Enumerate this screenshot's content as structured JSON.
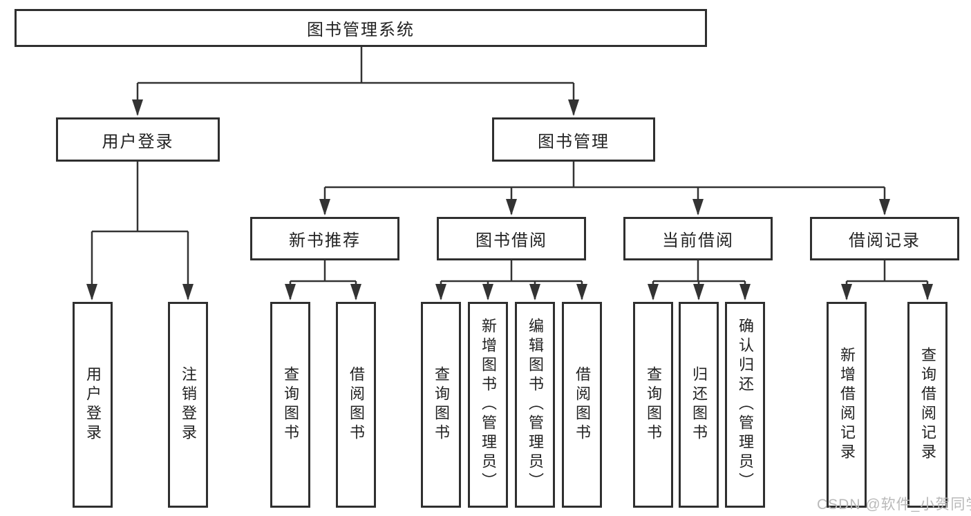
{
  "diagram": {
    "type": "hierarchy-tree",
    "root": {
      "label": "图书管理系统",
      "children": [
        {
          "label": "用户登录",
          "children": [
            {
              "label": "用户登录"
            },
            {
              "label": "注销登录"
            }
          ]
        },
        {
          "label": "图书管理",
          "children": [
            {
              "label": "新书推荐",
              "children": [
                {
                  "label": "查询图书"
                },
                {
                  "label": "借阅图书"
                }
              ]
            },
            {
              "label": "图书借阅",
              "children": [
                {
                  "label": "查询图书"
                },
                {
                  "label": "新增图书（管理员）"
                },
                {
                  "label": "编辑图书（管理员）"
                },
                {
                  "label": "借阅图书"
                }
              ]
            },
            {
              "label": "当前借阅",
              "children": [
                {
                  "label": "查询图书"
                },
                {
                  "label": "归还图书"
                },
                {
                  "label": "确认归还（管理员）"
                }
              ]
            },
            {
              "label": "借阅记录",
              "children": [
                {
                  "label": "新增借阅记录"
                },
                {
                  "label": "查询借阅记录"
                }
              ]
            }
          ]
        }
      ]
    }
  },
  "watermark": {
    "text": "CSDN @软件_小贺同学"
  },
  "colors": {
    "line": "#333333",
    "box_border": "#2f2f2f",
    "text": "#222222",
    "watermark": "#b9b9b9",
    "background": "#ffffff"
  }
}
